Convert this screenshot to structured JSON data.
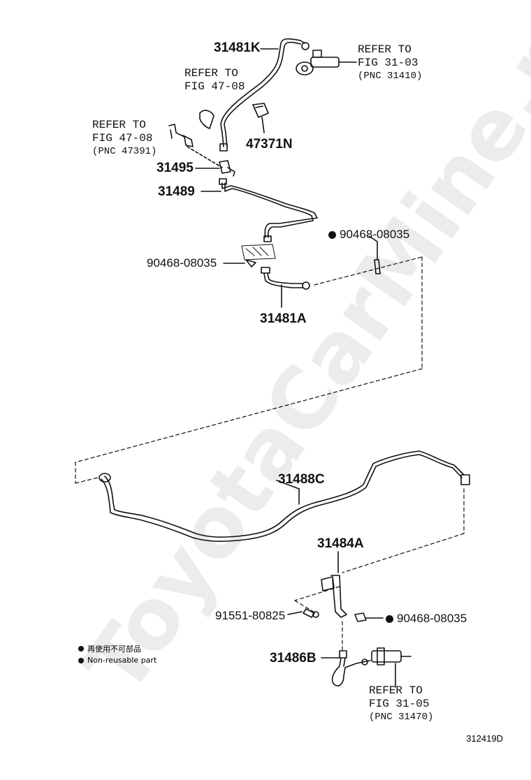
{
  "labels": {
    "p31481K": "31481K",
    "ref_fig3103": [
      "REFER TO",
      "FIG 31-03",
      "(PNC 31410)"
    ],
    "ref_fig4708_a": [
      "REFER TO",
      "FIG 47-08"
    ],
    "p47371N": "47371N",
    "ref_fig4708_b": [
      "REFER TO",
      "FIG 47-08",
      "(PNC 47391)"
    ],
    "p31495": "31495",
    "p31489": "31489",
    "p90468_top_right": "90468-08035",
    "p90468_top_left": "90468-08035",
    "p31481A": "31481A",
    "p31488C": "31488C",
    "p31484A": "31484A",
    "p91551": "91551-80825",
    "p90468_bottom": "90468-08035",
    "p31486B": "31486B",
    "ref_fig3105": [
      "REFER TO",
      "FIG 31-05",
      "(PNC 31470)"
    ]
  },
  "legend": {
    "line1": "再使用不可部品",
    "line2": "Non-reusable part"
  },
  "figure_code": "312419D",
  "watermark": "ToyotaCarMine.ru"
}
